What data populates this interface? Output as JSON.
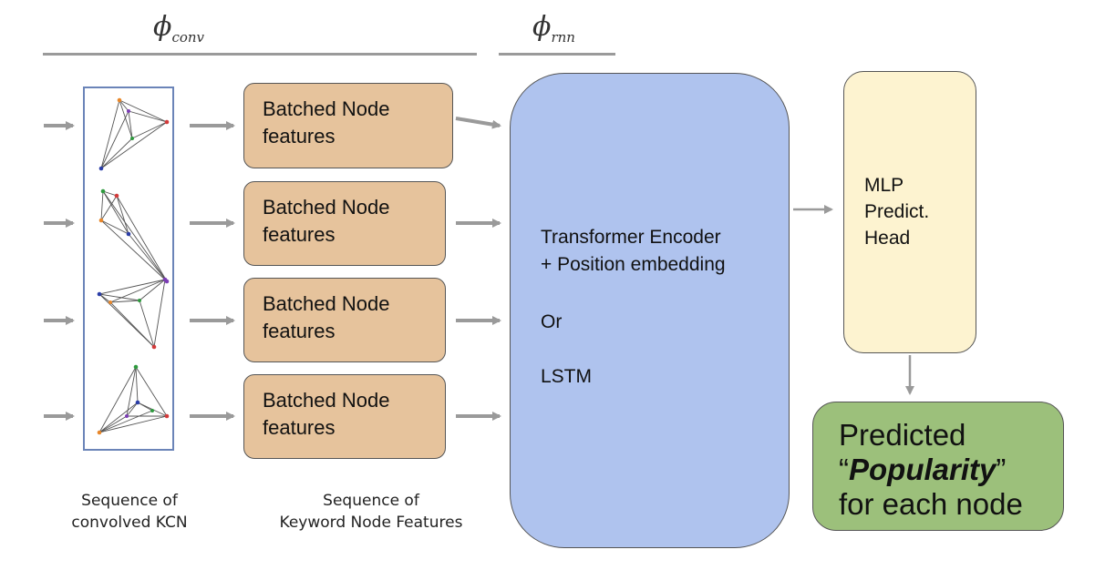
{
  "labels": {
    "phi_conv": "ϕ",
    "phi_conv_sub": "conv",
    "phi_rnn": "ϕ",
    "phi_rnn_sub": "rnn"
  },
  "features": [
    {
      "line1": "Batched Node",
      "line2": "features"
    },
    {
      "line1": "Batched Node",
      "line2": "features"
    },
    {
      "line1": "Batched Node",
      "line2": "features"
    },
    {
      "line1": "Batched Node",
      "line2": "features"
    }
  ],
  "encoder": {
    "line1": "Transformer Encoder",
    "line2": "+ Position embedding",
    "or": "Or",
    "lstm": "LSTM"
  },
  "mlp": {
    "line1": "MLP",
    "line2": "Predict.",
    "line3": "Head"
  },
  "prediction": {
    "line1": "Predicted",
    "quote_open": "“",
    "emph": "Popularity",
    "quote_close": "”",
    "line3": "for each node"
  },
  "captions": {
    "kcn_line1": "Sequence of",
    "kcn_line2": "convolved KCN",
    "features_line1": "Sequence of",
    "features_line2": "Keyword Node Features"
  },
  "colors": {
    "feature_fill": "#e6c39c",
    "encoder_fill": "#afc3ee",
    "mlp_fill": "#fdf3d0",
    "prediction_fill": "#9cc07b",
    "kcn_border": "#6b84b8",
    "arrow": "#9a9a9a"
  }
}
